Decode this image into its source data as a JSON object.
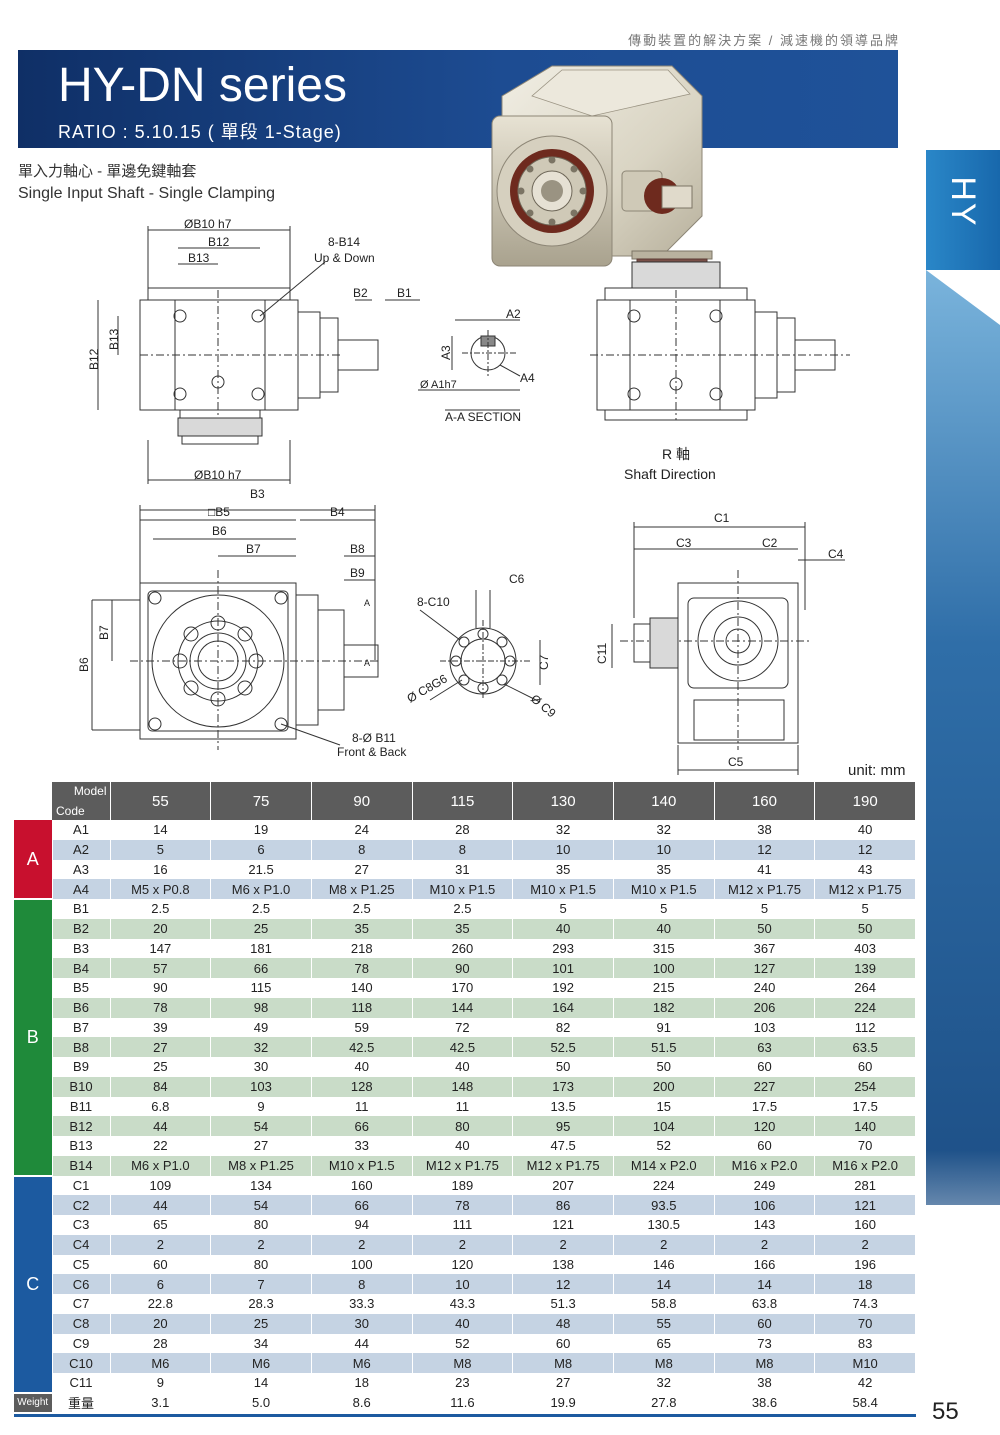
{
  "header": {
    "slogan": "傳動裝置的解決方案 / 減速機的領導品牌",
    "title": "HY-DN series",
    "subtitle": "RATIO : 5.10.15 ( 單段 1-Stage)",
    "desc_zh": "單入力軸心 - 單邊免鍵軸套",
    "desc_en": "Single Input Shaft - Single Clamping"
  },
  "side": {
    "label": "HY",
    "page_number": "55"
  },
  "drawing": {
    "labels": {
      "b10h7_top": "ØB10 h7",
      "b12_top": "B12",
      "b13_top": "B13",
      "b14": "8-B14",
      "up_down": "Up & Down",
      "b2": "B2",
      "b1": "B1",
      "b13_side": "B13",
      "b12_side": "B12",
      "b10h7_bottom": "ØB10 h7",
      "a2": "A2",
      "a3": "A3",
      "a1": "Ø A1h7",
      "a4": "A4",
      "aa_section": "A-A SECTION",
      "r_shaft": "R 軸",
      "shaft_direction": "Shaft Direction",
      "b3": "B3",
      "b5": "□B5",
      "b4": "B4",
      "b6_top": "B6",
      "b7_top": "B7",
      "b8": "B8",
      "b9": "B9",
      "b7_side": "B7",
      "b6_side": "B6",
      "c10": "8-C10",
      "c6": "C6",
      "c7": "C7",
      "c8": "Ø C8G6",
      "c9": "Ø C9",
      "b11": "8-Ø B11",
      "front_back": "Front & Back",
      "c1": "C1",
      "c3": "C3",
      "c2": "C2",
      "c4": "C4",
      "c11": "C11",
      "c5": "C5",
      "section_a": "A"
    }
  },
  "table": {
    "unit": "unit: mm",
    "corner_model": "Model",
    "corner_code": "Code",
    "models": [
      "55",
      "75",
      "90",
      "115",
      "130",
      "140",
      "160",
      "190"
    ],
    "groups": [
      {
        "name": "A",
        "rows": [
          {
            "code": "A1",
            "values": [
              "14",
              "19",
              "24",
              "28",
              "32",
              "32",
              "38",
              "40"
            ]
          },
          {
            "code": "A2",
            "values": [
              "5",
              "6",
              "8",
              "8",
              "10",
              "10",
              "12",
              "12"
            ]
          },
          {
            "code": "A3",
            "values": [
              "16",
              "21.5",
              "27",
              "31",
              "35",
              "35",
              "41",
              "43"
            ]
          },
          {
            "code": "A4",
            "values": [
              "M5 x P0.8",
              "M6 x P1.0",
              "M8 x P1.25",
              "M10 x P1.5",
              "M10 x P1.5",
              "M10 x P1.5",
              "M12 x P1.75",
              "M12 x P1.75"
            ]
          }
        ]
      },
      {
        "name": "B",
        "rows": [
          {
            "code": "B1",
            "values": [
              "2.5",
              "2.5",
              "2.5",
              "2.5",
              "5",
              "5",
              "5",
              "5"
            ]
          },
          {
            "code": "B2",
            "values": [
              "20",
              "25",
              "35",
              "35",
              "40",
              "40",
              "50",
              "50"
            ]
          },
          {
            "code": "B3",
            "values": [
              "147",
              "181",
              "218",
              "260",
              "293",
              "315",
              "367",
              "403"
            ]
          },
          {
            "code": "B4",
            "values": [
              "57",
              "66",
              "78",
              "90",
              "101",
              "100",
              "127",
              "139"
            ]
          },
          {
            "code": "B5",
            "values": [
              "90",
              "115",
              "140",
              "170",
              "192",
              "215",
              "240",
              "264"
            ]
          },
          {
            "code": "B6",
            "values": [
              "78",
              "98",
              "118",
              "144",
              "164",
              "182",
              "206",
              "224"
            ]
          },
          {
            "code": "B7",
            "values": [
              "39",
              "49",
              "59",
              "72",
              "82",
              "91",
              "103",
              "112"
            ]
          },
          {
            "code": "B8",
            "values": [
              "27",
              "32",
              "42.5",
              "42.5",
              "52.5",
              "51.5",
              "63",
              "63.5"
            ]
          },
          {
            "code": "B9",
            "values": [
              "25",
              "30",
              "40",
              "40",
              "50",
              "50",
              "60",
              "60"
            ]
          },
          {
            "code": "B10",
            "values": [
              "84",
              "103",
              "128",
              "148",
              "173",
              "200",
              "227",
              "254"
            ]
          },
          {
            "code": "B11",
            "values": [
              "6.8",
              "9",
              "11",
              "11",
              "13.5",
              "15",
              "17.5",
              "17.5"
            ]
          },
          {
            "code": "B12",
            "values": [
              "44",
              "54",
              "66",
              "80",
              "95",
              "104",
              "120",
              "140"
            ]
          },
          {
            "code": "B13",
            "values": [
              "22",
              "27",
              "33",
              "40",
              "47.5",
              "52",
              "60",
              "70"
            ]
          },
          {
            "code": "B14",
            "values": [
              "M6 x P1.0",
              "M8 x P1.25",
              "M10 x P1.5",
              "M12 x P1.75",
              "M12 x P1.75",
              "M14 x P2.0",
              "M16 x P2.0",
              "M16 x P2.0"
            ]
          }
        ]
      },
      {
        "name": "C",
        "rows": [
          {
            "code": "C1",
            "values": [
              "109",
              "134",
              "160",
              "189",
              "207",
              "224",
              "249",
              "281"
            ]
          },
          {
            "code": "C2",
            "values": [
              "44",
              "54",
              "66",
              "78",
              "86",
              "93.5",
              "106",
              "121"
            ]
          },
          {
            "code": "C3",
            "values": [
              "65",
              "80",
              "94",
              "111",
              "121",
              "130.5",
              "143",
              "160"
            ]
          },
          {
            "code": "C4",
            "values": [
              "2",
              "2",
              "2",
              "2",
              "2",
              "2",
              "2",
              "2"
            ]
          },
          {
            "code": "C5",
            "values": [
              "60",
              "80",
              "100",
              "120",
              "138",
              "146",
              "166",
              "196"
            ]
          },
          {
            "code": "C6",
            "values": [
              "6",
              "7",
              "8",
              "10",
              "12",
              "14",
              "14",
              "18"
            ]
          },
          {
            "code": "C7",
            "values": [
              "22.8",
              "28.3",
              "33.3",
              "43.3",
              "51.3",
              "58.8",
              "63.8",
              "74.3"
            ]
          },
          {
            "code": "C8",
            "values": [
              "20",
              "25",
              "30",
              "40",
              "48",
              "55",
              "60",
              "70"
            ]
          },
          {
            "code": "C9",
            "values": [
              "28",
              "34",
              "44",
              "52",
              "60",
              "65",
              "73",
              "83"
            ]
          },
          {
            "code": "C10",
            "values": [
              "M6",
              "M6",
              "M6",
              "M8",
              "M8",
              "M8",
              "M8",
              "M10"
            ]
          },
          {
            "code": "C11",
            "values": [
              "9",
              "14",
              "18",
              "23",
              "27",
              "32",
              "38",
              "42"
            ]
          }
        ]
      }
    ],
    "weight": {
      "group_label": "Weight",
      "code": "重量",
      "values": [
        "3.1",
        "5.0",
        "8.6",
        "11.6",
        "19.9",
        "27.8",
        "38.6",
        "58.4"
      ]
    }
  }
}
